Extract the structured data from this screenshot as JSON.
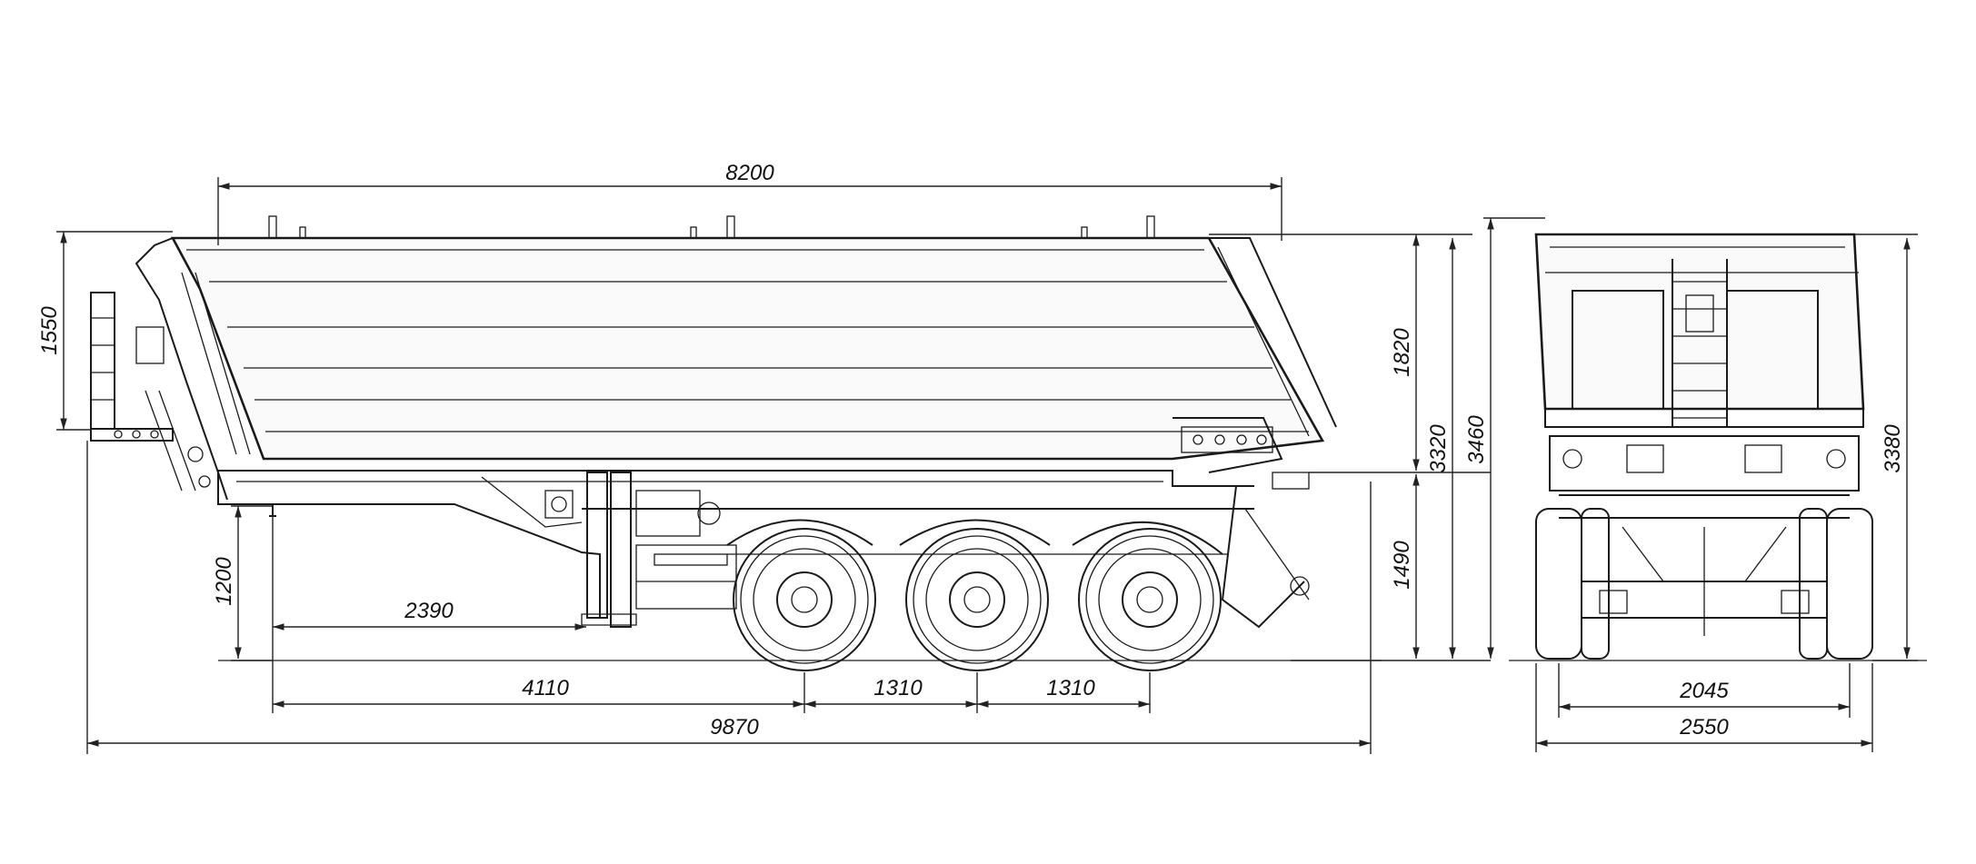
{
  "dimensions": {
    "side": {
      "body_length": "8200",
      "front_height": "1550",
      "coupling_height": "1200",
      "kingpin_to_leg": "2390",
      "kingpin_to_axle": "4110",
      "axle_spacing_1": "1310",
      "axle_spacing_2": "1310",
      "overall_length": "9870",
      "body_height": "1820",
      "platform_height": "1490",
      "height_3320": "3320",
      "overall_height": "3460"
    },
    "rear": {
      "height": "3380",
      "track_width": "2045",
      "overall_width": "2550"
    }
  }
}
